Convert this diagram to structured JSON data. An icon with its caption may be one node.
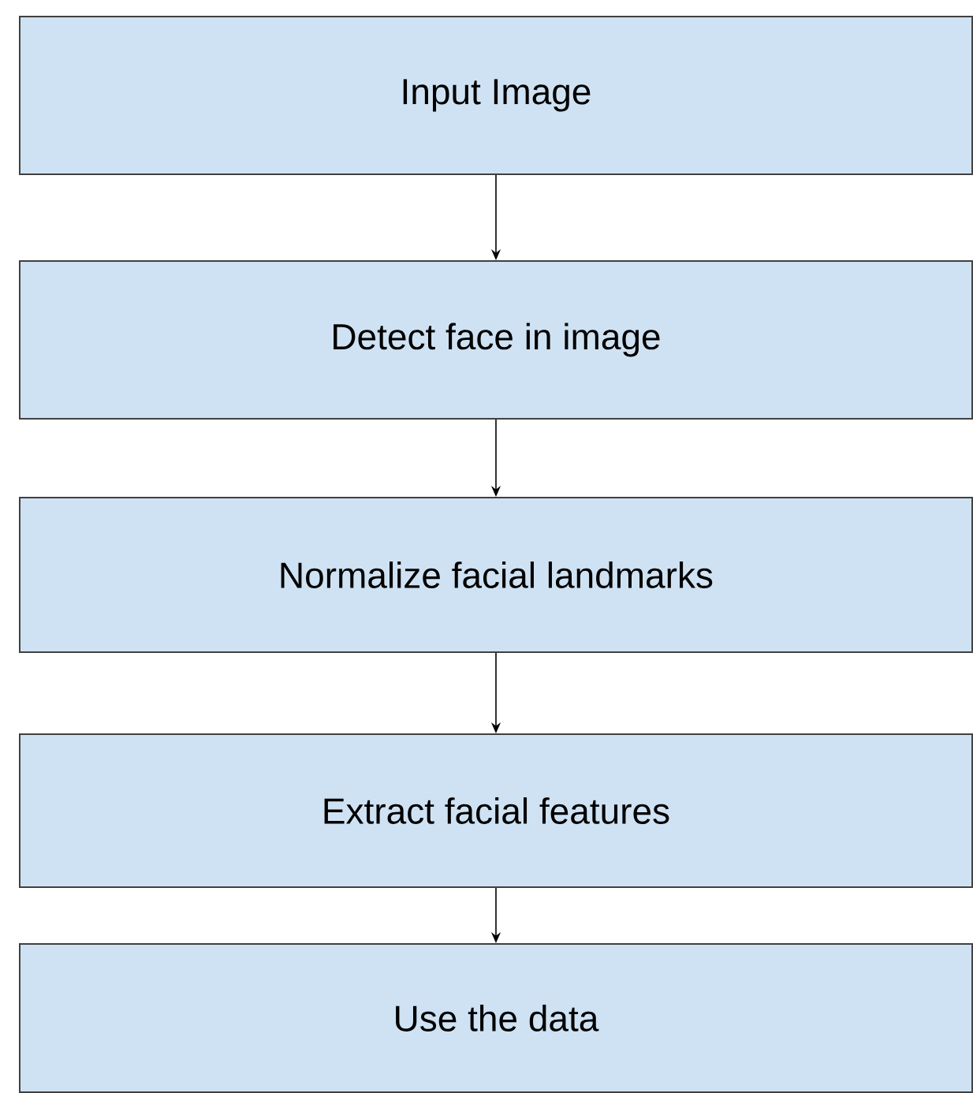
{
  "diagram": {
    "nodes": [
      {
        "text": [
          "Input Image"
        ]
      },
      {
        "text": [
          "Detect face in image"
        ]
      },
      {
        "text": [
          "Normalize facial landmarks"
        ]
      },
      {
        "text": [
          "Extract facial features"
        ]
      },
      {
        "text": [
          "Use the data"
        ]
      }
    ],
    "edges": [
      {
        "from": 0,
        "to": 1,
        "arrow": "to"
      },
      {
        "from": 1,
        "to": 2,
        "arrow": "to"
      },
      {
        "from": 2,
        "to": 3,
        "arrow": "to"
      },
      {
        "from": 3,
        "to": 4,
        "arrow": "to"
      }
    ]
  }
}
